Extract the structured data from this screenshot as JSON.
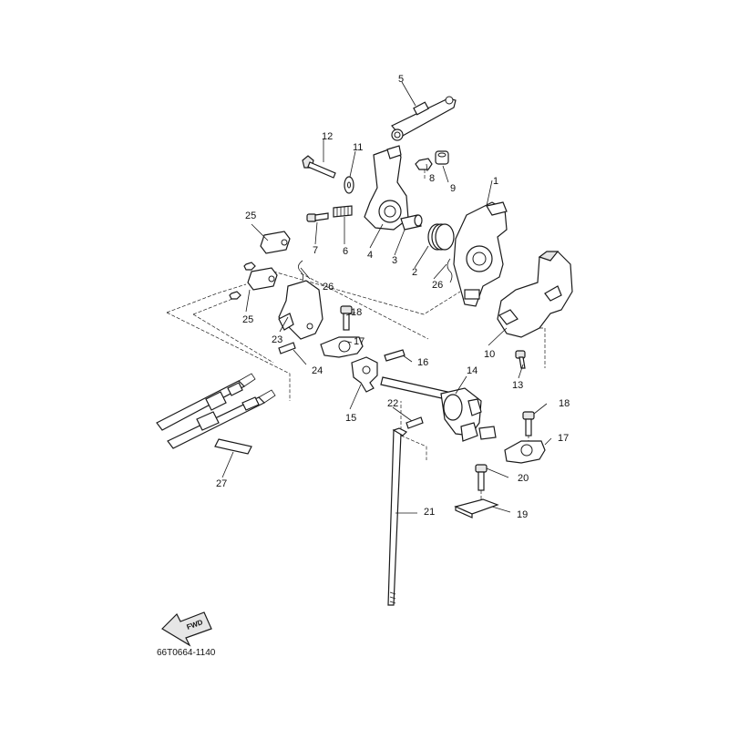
{
  "figure": {
    "reference_code": "66T0664-1140",
    "fwd_label": "FWD"
  },
  "callouts": [
    {
      "id": "1",
      "name": "bracket-1"
    },
    {
      "id": "2",
      "name": "spring-2"
    },
    {
      "id": "3",
      "name": "collar-3"
    },
    {
      "id": "4",
      "name": "lever-4"
    },
    {
      "id": "5",
      "name": "link-rod-5"
    },
    {
      "id": "6",
      "name": "spring-6"
    },
    {
      "id": "7",
      "name": "screw-7"
    },
    {
      "id": "8",
      "name": "nut-8"
    },
    {
      "id": "9",
      "name": "collar-9"
    },
    {
      "id": "10",
      "name": "bracket-10"
    },
    {
      "id": "11",
      "name": "washer-11"
    },
    {
      "id": "12",
      "name": "bolt-12"
    },
    {
      "id": "13",
      "name": "screw-13"
    },
    {
      "id": "14",
      "name": "shift-shaft-14"
    },
    {
      "id": "15",
      "name": "lever-15"
    },
    {
      "id": "16",
      "name": "pin-16"
    },
    {
      "id": "17",
      "name": "holder-17"
    },
    {
      "id": "17",
      "name": "holder-17b"
    },
    {
      "id": "18",
      "name": "bolt-18"
    },
    {
      "id": "18",
      "name": "bolt-18b"
    },
    {
      "id": "19",
      "name": "plate-19"
    },
    {
      "id": "20",
      "name": "bolt-20"
    },
    {
      "id": "21",
      "name": "shift-rod-21"
    },
    {
      "id": "22",
      "name": "pin-22"
    },
    {
      "id": "23",
      "name": "bracket-23"
    },
    {
      "id": "24",
      "name": "pin-24"
    },
    {
      "id": "25",
      "name": "joint-25"
    },
    {
      "id": "25",
      "name": "joint-25b"
    },
    {
      "id": "26",
      "name": "clip-26"
    },
    {
      "id": "26",
      "name": "clip-26b"
    },
    {
      "id": "27",
      "name": "band-27"
    }
  ]
}
